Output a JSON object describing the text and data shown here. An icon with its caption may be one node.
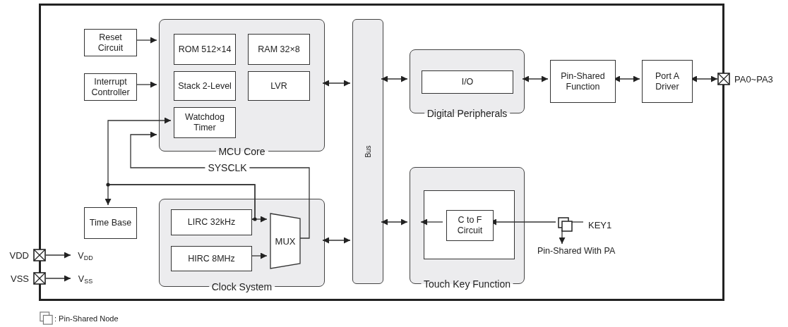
{
  "diagram": {
    "nodes": [
      {
        "text": [],
        "shape": "box"
      },
      {
        "text": [
          "Reset Circuit"
        ],
        "in": 0
      },
      {
        "text": [
          "Interrupt Controller"
        ],
        "in": 0
      },
      {
        "text": [
          "MCU Core"
        ],
        "in": 0
      },
      {
        "text": [
          "ROM 512×14"
        ],
        "in": 3
      },
      {
        "text": [
          "RAM 32×8"
        ],
        "in": 3
      },
      {
        "text": [
          "Stack 2-Level"
        ],
        "in": 3
      },
      {
        "text": [
          "LVR"
        ],
        "in": 3
      },
      {
        "text": [
          "Watchdog Timer"
        ],
        "in": 3
      },
      {
        "text": [
          "Bus"
        ],
        "in": 0
      },
      {
        "text": [
          "Digital Peripherals"
        ],
        "in": 0
      },
      {
        "text": [
          "I/O"
        ],
        "in": 10
      },
      {
        "text": [
          "Pin-Shared Function"
        ],
        "in": 0
      },
      {
        "text": [
          "Port A Driver"
        ],
        "in": 0
      },
      {
        "text": [],
        "shape": "box",
        "beside": [
          "PA0~PA3"
        ]
      },
      {
        "text": [
          "Time Base"
        ],
        "in": 0
      },
      {
        "text": [
          "Clock System"
        ],
        "in": 0
      },
      {
        "text": [
          "LIRC 32kHz"
        ],
        "in": 16
      },
      {
        "text": [
          "HIRC 8MHz"
        ],
        "in": 16
      },
      {
        "text": [
          "MUX"
        ],
        "in": 16
      },
      {
        "text": [
          "Touch Key Function"
        ],
        "in": 0
      },
      {
        "text": [],
        "shape": "box",
        "in": 20
      },
      {
        "text": [
          "C to F Circuit"
        ],
        "in": 21
      },
      {
        "text": [],
        "shape": "box",
        "in": 0,
        "beside": [
          "KEY1"
        ]
      },
      {
        "text": [
          "Pin-Shared With PA"
        ],
        "in": 0
      },
      {
        "text": [],
        "shape": "box",
        "beside": [
          "VDD"
        ]
      },
      {
        "text": [
          "V$_{DD}$"
        ],
        "in": 0
      },
      {
        "text": [],
        "shape": "box",
        "beside": [
          "VSS"
        ]
      },
      {
        "text": [
          "V$_{SS}$"
        ],
        "in": 0
      }
    ],
    "edges": [
      {
        "from": 1,
        "to": 3,
        "arrow": "to"
      },
      {
        "from": 2,
        "to": 3,
        "arrow": "to"
      },
      {
        "from": 17,
        "to": 8,
        "arrow": "to"
      },
      {
        "from": 19,
        "to": 3,
        "arrow": "to",
        "label": "SYSCLK"
      },
      {
        "from": 17,
        "to": 15,
        "arrow": "to"
      },
      {
        "from": 17,
        "to": 19,
        "arrow": "to"
      },
      {
        "from": 18,
        "to": 19,
        "arrow": "to"
      },
      {
        "from": 3,
        "to": 9,
        "arrow": "both"
      },
      {
        "from": 16,
        "to": 9,
        "arrow": "both"
      },
      {
        "from": 9,
        "to": 10,
        "arrow": "both"
      },
      {
        "from": 10,
        "to": 12,
        "arrow": "both"
      },
      {
        "from": 12,
        "to": 13,
        "arrow": "both"
      },
      {
        "from": 13,
        "to": 14,
        "arrow": "both"
      },
      {
        "from": 9,
        "to": 20,
        "arrow": "both"
      },
      {
        "from": 23,
        "to": 22,
        "arrow": "to"
      },
      {
        "from": 22,
        "to": 21,
        "arrow": "to"
      },
      {
        "from": 23,
        "to": 24,
        "arrow": "to"
      },
      {
        "from": 25,
        "to": 26,
        "arrow": "to"
      },
      {
        "from": 27,
        "to": 28,
        "arrow": "to"
      }
    ],
    "legend": [
      {
        "text": ": Pin-Shared Node"
      }
    ]
  }
}
